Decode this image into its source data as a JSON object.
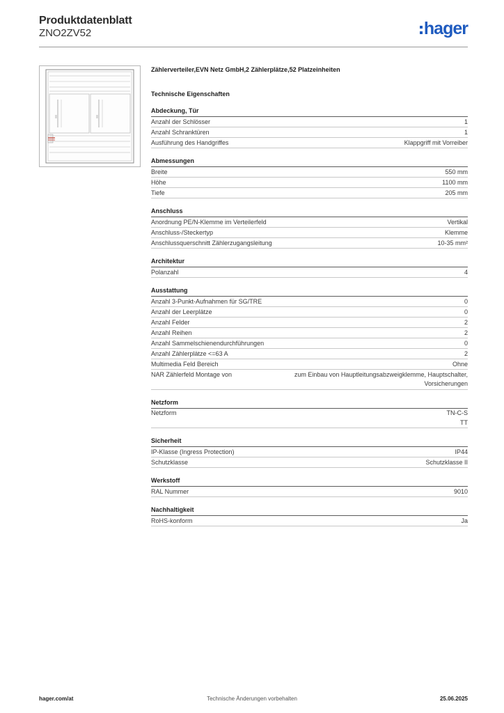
{
  "header": {
    "title": "Produktdatenblatt",
    "subtitle": "ZNO2ZV52",
    "logo_text": "hager",
    "brand_color": "#1f5bbf"
  },
  "product": {
    "description": "Zählerverteiler,EVN Netz GmbH,2 Zählerplätze,52 Platzeinheiten",
    "tech_heading": "Technische Eigenschaften",
    "image_icon": "meter-cabinet-icon"
  },
  "sections": [
    {
      "title": "Abdeckung, Tür",
      "rows": [
        {
          "label": "Anzahl der Schlösser",
          "value": "1"
        },
        {
          "label": "Anzahl Schranktüren",
          "value": "1"
        },
        {
          "label": "Ausführung des Handgriffes",
          "value": "Klappgriff mit Vorreiber"
        }
      ]
    },
    {
      "title": "Abmessungen",
      "rows": [
        {
          "label": "Breite",
          "value": "550 mm"
        },
        {
          "label": "Höhe",
          "value": "1100 mm"
        },
        {
          "label": "Tiefe",
          "value": "205 mm"
        }
      ]
    },
    {
      "title": "Anschluss",
      "rows": [
        {
          "label": "Anordnung PE/N-Klemme im Verteilerfeld",
          "value": "Vertikal"
        },
        {
          "label": "Anschluss-/Steckertyp",
          "value": "Klemme"
        },
        {
          "label": "Anschlussquerschnitt Zählerzugangsleitung",
          "value": "10-35 mm²"
        }
      ]
    },
    {
      "title": "Architektur",
      "rows": [
        {
          "label": "Polanzahl",
          "value": "4"
        }
      ]
    },
    {
      "title": "Ausstattung",
      "rows": [
        {
          "label": "Anzahl 3-Punkt-Aufnahmen für SG/TRE",
          "value": "0"
        },
        {
          "label": "Anzahl der Leerplätze",
          "value": "0"
        },
        {
          "label": "Anzahl Felder",
          "value": "2"
        },
        {
          "label": "Anzahl Reihen",
          "value": "2"
        },
        {
          "label": "Anzahl Sammelschienendurchführungen",
          "value": "0"
        },
        {
          "label": "Anzahl Zählerplätze <=63 A",
          "value": "2"
        },
        {
          "label": "Multimedia Feld Bereich",
          "value": "Ohne"
        },
        {
          "label": "NAR Zählerfeld Montage von",
          "value": "zum Einbau von Hauptleitungsabzweigklemme, Hauptschalter,\nVorsicherungen"
        }
      ]
    },
    {
      "title": "Netzform",
      "rows": [
        {
          "label": "Netzform",
          "value": "TN-C-S\nTT"
        }
      ]
    },
    {
      "title": "Sicherheit",
      "rows": [
        {
          "label": "IP-Klasse (Ingress Protection)",
          "value": "IP44"
        },
        {
          "label": "Schutzklasse",
          "value": "Schutzklasse II"
        }
      ]
    },
    {
      "title": "Werkstoff",
      "rows": [
        {
          "label": "RAL Nummer",
          "value": "9010"
        }
      ]
    },
    {
      "title": "Nachhaltigkeit",
      "rows": [
        {
          "label": "RoHS-konform",
          "value": "Ja"
        }
      ]
    }
  ],
  "footer": {
    "website": "hager.com/at",
    "notice": "Technische Änderungen vorbehalten",
    "date": "25.06.2025"
  }
}
